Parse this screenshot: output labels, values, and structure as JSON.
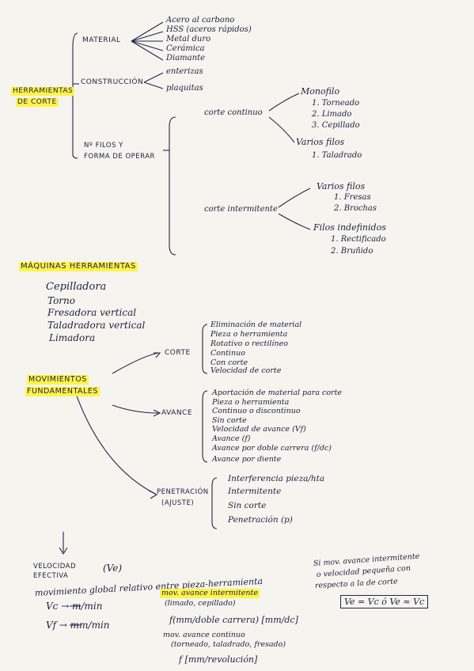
{
  "root": {
    "line1": "HERRAMIENTAS",
    "line2": "DE CORTE"
  },
  "material": {
    "label": "MATERIAL",
    "items": [
      "Acero al carbono",
      "HSS (aceros rápidos)",
      "Metal duro",
      "Cerámica",
      "Diamante"
    ]
  },
  "construccion": {
    "label": "CONSTRUCCIÓN",
    "items": [
      "enterizas",
      "plaquitas"
    ]
  },
  "filos": {
    "label_line1": "Nº FILOS Y",
    "label_line2": "FORMA DE OPERAR",
    "corte_continuo": {
      "label": "corte continuo",
      "monofilo": {
        "label": "Monofilo",
        "items": [
          "1. Torneado",
          "2. Limado",
          "3. Cepillado"
        ]
      },
      "varios": {
        "label": "Varios filos",
        "items": [
          "1. Taladrado"
        ]
      }
    },
    "corte_intermitente": {
      "label": "corte intermitente",
      "varios": {
        "label": "Varios filos",
        "items": [
          "1. Fresas",
          "2. Brochas"
        ]
      },
      "indefinidos": {
        "label": "Filos indefinidos",
        "items": [
          "1. Rectificado",
          "2. Bruñido"
        ]
      }
    }
  },
  "maquinas": {
    "title": "MÁQUINAS HERRAMIENTAS",
    "items": [
      "Cepilladora",
      "Torno",
      "Fresadora vertical",
      "Taladradora vertical",
      "Limadora"
    ]
  },
  "movimientos": {
    "title_line1": "MOVIMIENTOS",
    "title_line2": "FUNDAMENTALES",
    "corte": {
      "label": "CORTE",
      "items": [
        "Eliminación de material",
        "Pieza o herramienta",
        "Rotativo o rectilíneo",
        "Continuo",
        "Con corte",
        "Velocidad de corte"
      ]
    },
    "avance": {
      "label": "AVANCE",
      "items": [
        "Aportación de material para corte",
        "Pieza o herramienta",
        "Continuo o discontinuo",
        "Sin corte",
        "Velocidad de avance (Vf)",
        "Avance (f)",
        "Avance por doble carrera (f/dc)",
        "Avance por diente"
      ]
    },
    "penetracion": {
      "label_line1": "PENETRACIÓN",
      "label_line2": "(AJUSTE)",
      "items": [
        "Interferencia pieza/hta",
        "Intermitente",
        "Sin corte",
        "Penetración (p)"
      ]
    }
  },
  "velocidad": {
    "label_line1": "VELOCIDAD",
    "label_line2": "EFECTIVA",
    "symbol": "(Ve)",
    "global": "movimiento global relativo entre pieza-herramienta",
    "si_line1": "Si mov. avance intermitente",
    "si_line2": "o velocidad pequeña con",
    "si_line3": "respecto a la de corte",
    "formula": "Ve = Vc ó Ve ≈ Vc",
    "vc": "Vc → m/min",
    "vf": "Vf → mm/min",
    "mov_inter": "mov. avance intermitente",
    "mov_inter_ex": "(limado, cepillado)",
    "f_dc": "f(mm/doble carrera) [mm/dc]",
    "mov_cont": "mov. avance continuo",
    "mov_cont_ex": "(torneado, taladrado, fresado)",
    "f_rev": "f [mm/revolución]"
  }
}
